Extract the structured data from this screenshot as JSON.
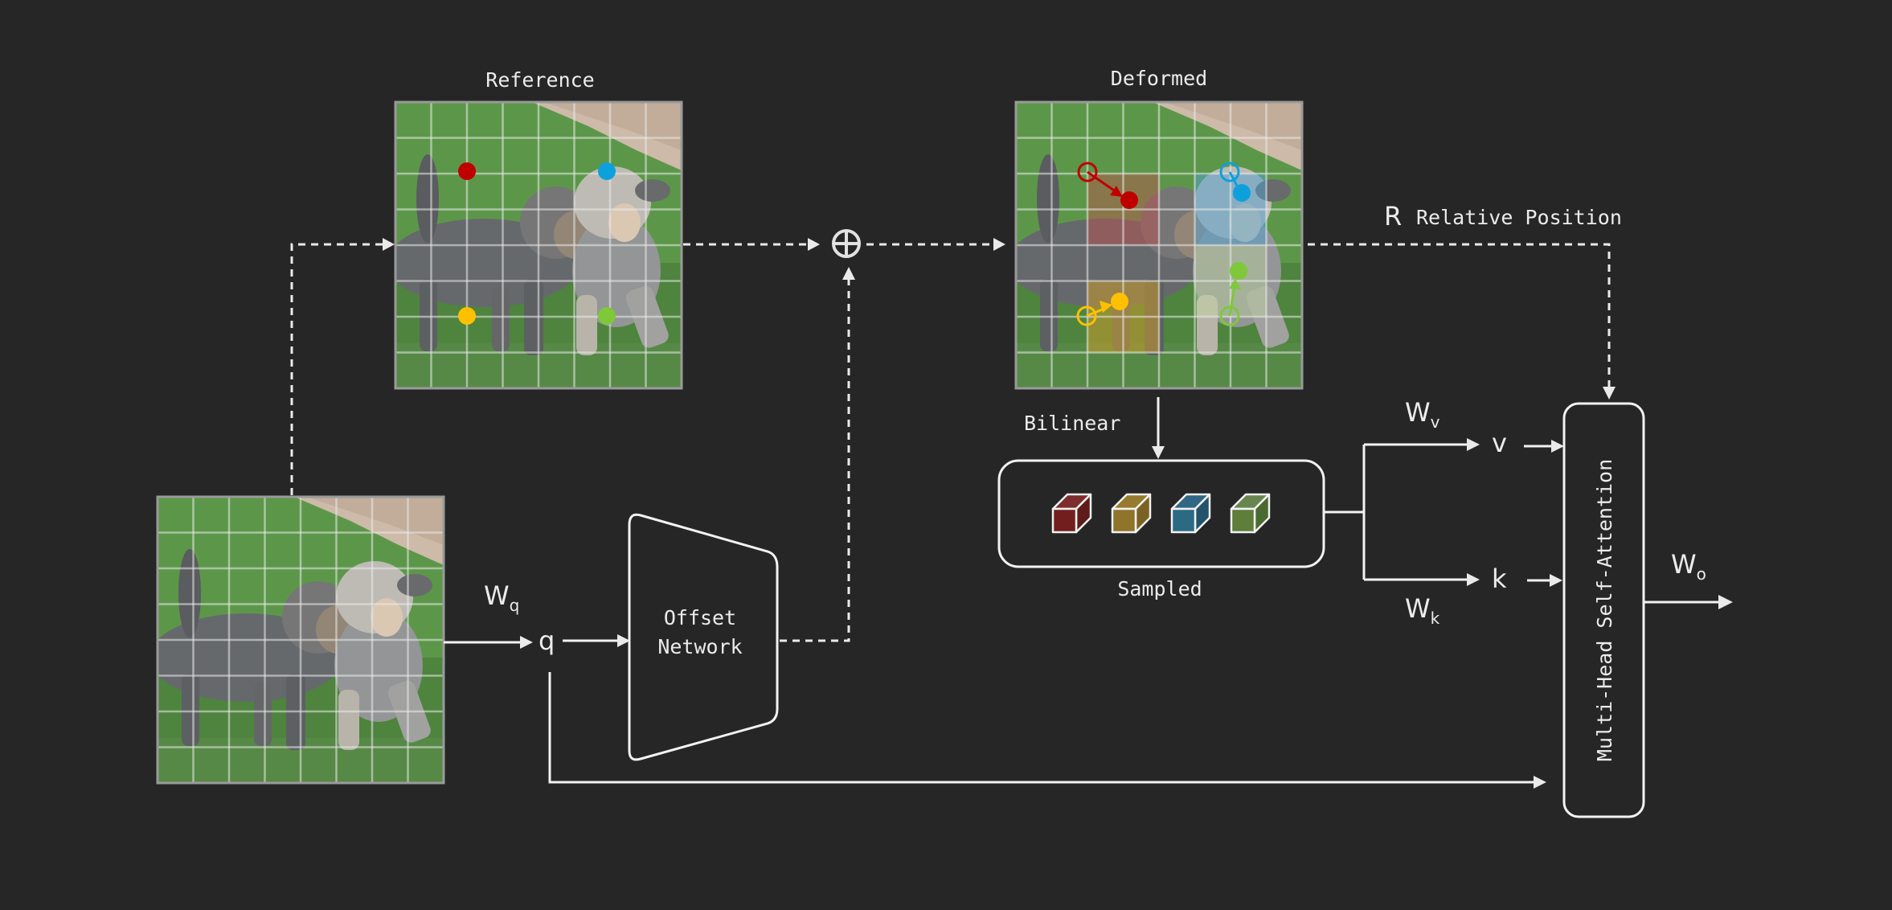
{
  "labels": {
    "reference": "Reference",
    "deformed": "Deformed",
    "relative_position_symbol": "R",
    "relative_position": "Relative Position",
    "bilinear": "Bilinear",
    "sampled": "Sampled",
    "offset_network_line1": "Offset",
    "offset_network_line2": "Network",
    "mhsa": "Multi-Head Self-Attention",
    "sum_symbol": "⊕"
  },
  "variables": {
    "wq": {
      "base": "W",
      "sub": "q"
    },
    "q": "q",
    "wv": {
      "base": "W",
      "sub": "v"
    },
    "v": "v",
    "wk": {
      "base": "W",
      "sub": "k"
    },
    "k": "k",
    "wo": {
      "base": "W",
      "sub": "o"
    }
  },
  "images": {
    "input": {
      "grid_size": 8,
      "content": "two-dogs-on-grass"
    },
    "reference": {
      "grid_size": 8,
      "content": "two-dogs-on-grass"
    },
    "deformed": {
      "grid_size": 8,
      "content": "two-dogs-on-grass"
    }
  },
  "points": [
    {
      "name": "red",
      "color": "#c00000",
      "patch_color": "#c0504d"
    },
    {
      "name": "blue",
      "color": "#0ea0dc",
      "patch_color": "#4f9fcf"
    },
    {
      "name": "yellow",
      "color": "#ffc000",
      "patch_color": "#c99a2e"
    },
    {
      "name": "green",
      "color": "#7ec83a",
      "patch_color": "#c9e6a0"
    }
  ],
  "sampled_cubes": [
    {
      "name": "red",
      "front": "#731e1e",
      "top": "#7d2d2d",
      "side": "#5f1a1a"
    },
    {
      "name": "yellow",
      "front": "#8f742a",
      "top": "#977a2d",
      "side": "#7a6224"
    },
    {
      "name": "blue",
      "front": "#2c6a84",
      "top": "#2f6784",
      "side": "#23536a"
    },
    {
      "name": "green",
      "front": "#5e7e3a",
      "top": "#688550",
      "side": "#4a6a30"
    }
  ],
  "colors": {
    "background": "#262626",
    "line": "#f2f2f2"
  }
}
